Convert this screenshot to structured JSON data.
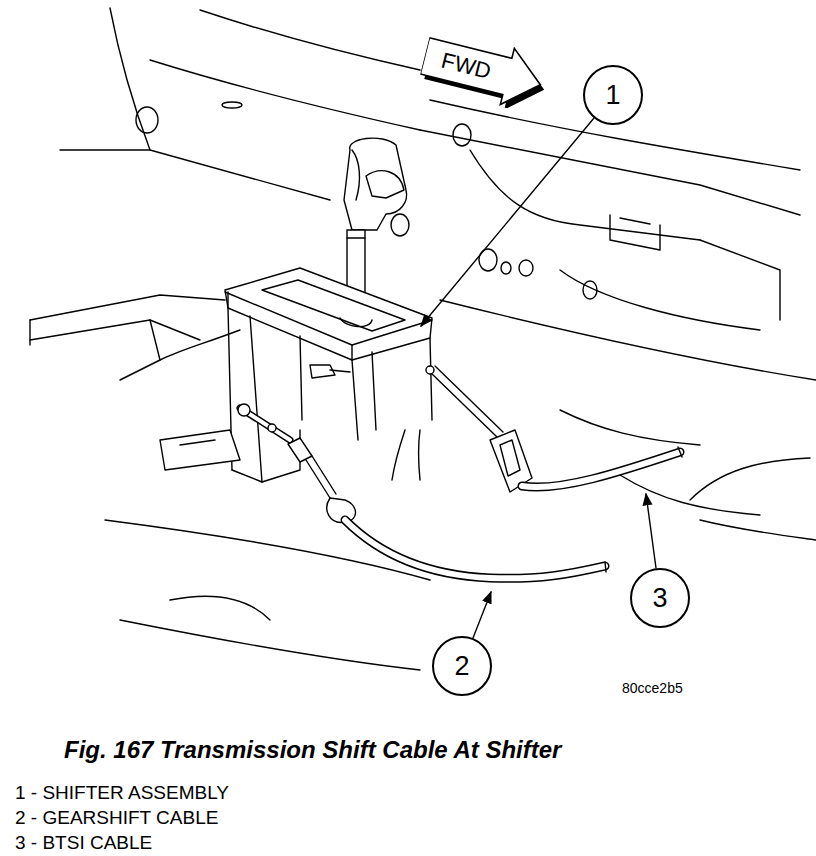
{
  "diagram": {
    "caption": "Fig. 167 Transmission Shift Cable At Shifter",
    "nodes": [
      {
        "text": [
          "FWD"
        ]
      },
      {
        "text": [
          "1"
        ]
      },
      {
        "text": [
          "3"
        ]
      },
      {
        "text": [
          "2"
        ]
      }
    ],
    "labels": [
      "80cce2b5",
      "1 - SHIFTER ASSEMBLY",
      "2 - GEARSHIFT CABLE",
      "3 - BTSI CABLE"
    ]
  }
}
